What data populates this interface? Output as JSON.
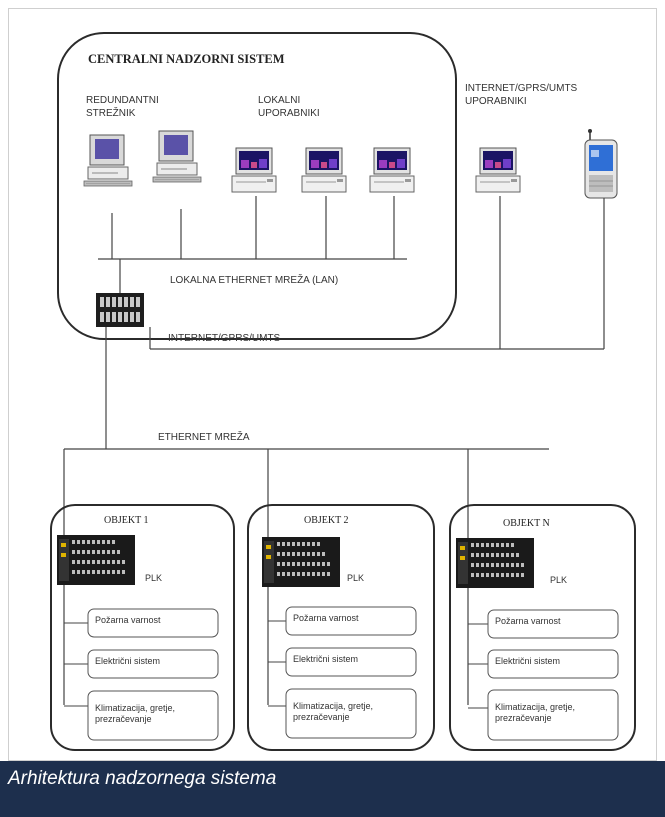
{
  "central": {
    "title": "CENTRALNI NADZORNI SISTEM",
    "redundant_label_line1": "REDUNDANTNI",
    "redundant_label_line2": "STREŽNIK",
    "local_users_line1": "LOKALNI",
    "local_users_line2": "UPORABNIKI",
    "lan_label": "LOKALNA ETHERNET MREŽA (LAN)"
  },
  "remote": {
    "label_line1": "INTERNET/GPRS/UMTS",
    "label_line2": "UPORABNIKI"
  },
  "links": {
    "internet_label": "INTERNET/GPRS/UMTS",
    "ethernet_label": "ETHERNET MREŽA"
  },
  "objects": [
    {
      "title": "OBJEKT 1",
      "plc_label": "PLK",
      "systems": [
        "Požarna varnost",
        "Električni sistem",
        "Klimatizacija, gretje,",
        "prezračevanje"
      ]
    },
    {
      "title": "OBJEKT 2",
      "plc_label": "PLK",
      "systems": [
        "Požarna varnost",
        "Električni sistem",
        "Klimatizacija, gretje,",
        "prezračevanje"
      ]
    },
    {
      "title": "OBJEKT N",
      "plc_label": "PLK",
      "systems": [
        "Požarna varnost",
        "Električni sistem",
        "Klimatizacija, gretje,",
        "prezračevanje"
      ]
    }
  ],
  "caption": "Arhitektura nadzornega sistema",
  "colors": {
    "caption_bg": "#1d2f4d",
    "border": "#2b2b2b",
    "screen": "#3a2f8f",
    "line": "#444444"
  }
}
